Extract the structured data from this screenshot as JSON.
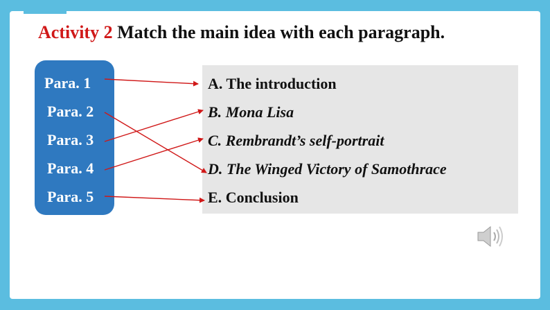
{
  "title": {
    "activity": "Activity 2",
    "instruction": " Match the main idea with each paragraph."
  },
  "paragraphs": [
    "Para.  1",
    "Para. 2",
    "Para. 3",
    "Para. 4",
    "Para. 5"
  ],
  "ideas": [
    {
      "letter": "A.",
      "text": " The introduction"
    },
    {
      "letter": "B.",
      "text": " Mona Lisa"
    },
    {
      "letter": "C.",
      "text": " Rembrandt’s self-portrait"
    },
    {
      "letter": "D.",
      "text": " The Winged Victory of Samothrace"
    },
    {
      "letter": "E.",
      "text": " Conclusion"
    }
  ],
  "matches": [
    {
      "para": 1,
      "idea": "A"
    },
    {
      "para": 2,
      "idea": "D"
    },
    {
      "para": 3,
      "idea": "B"
    },
    {
      "para": 4,
      "idea": "C"
    },
    {
      "para": 5,
      "idea": "E"
    }
  ],
  "colors": {
    "frame": "#5bbde0",
    "accent_red": "#d01818",
    "para_box": "#2f79c0",
    "idea_box": "#e6e6e6"
  },
  "icons": {
    "audio": "speaker-icon"
  }
}
